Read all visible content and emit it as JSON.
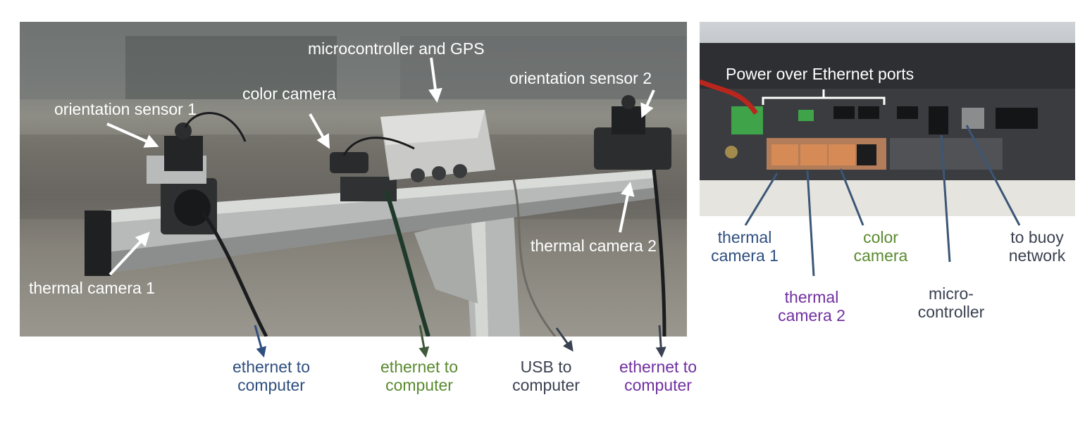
{
  "left_photo": {
    "labels": {
      "microcontroller_gps": "microcontroller and GPS",
      "orientation_sensor_2": "orientation sensor 2",
      "color_camera": "color camera",
      "orientation_sensor_1": "orientation sensor 1",
      "thermal_camera_2": "thermal camera 2",
      "thermal_camera_1": "thermal camera 1"
    }
  },
  "right_photo": {
    "labels": {
      "poe_ports": "Power over Ethernet ports"
    }
  },
  "bottom_labels": {
    "eth1_line1": "ethernet to",
    "eth1_line2": "computer",
    "eth2_line1": "ethernet to",
    "eth2_line2": "computer",
    "usb_line1": "USB to",
    "usb_line2": "computer",
    "eth3_line1": "ethernet to",
    "eth3_line2": "computer"
  },
  "right_labels": {
    "thermal1_line1": "thermal",
    "thermal1_line2": "camera 1",
    "color_line1": "color",
    "color_line2": "camera",
    "buoy_line1": "to buoy",
    "buoy_line2": "network",
    "thermal2_line1": "thermal",
    "thermal2_line2": "camera 2",
    "micro_line1": "micro-",
    "micro_line2": "controller"
  },
  "colors": {
    "blue": "#2f4f7f",
    "green": "#5a8a2f",
    "purple": "#7030a0",
    "gray": "#3a4150"
  }
}
